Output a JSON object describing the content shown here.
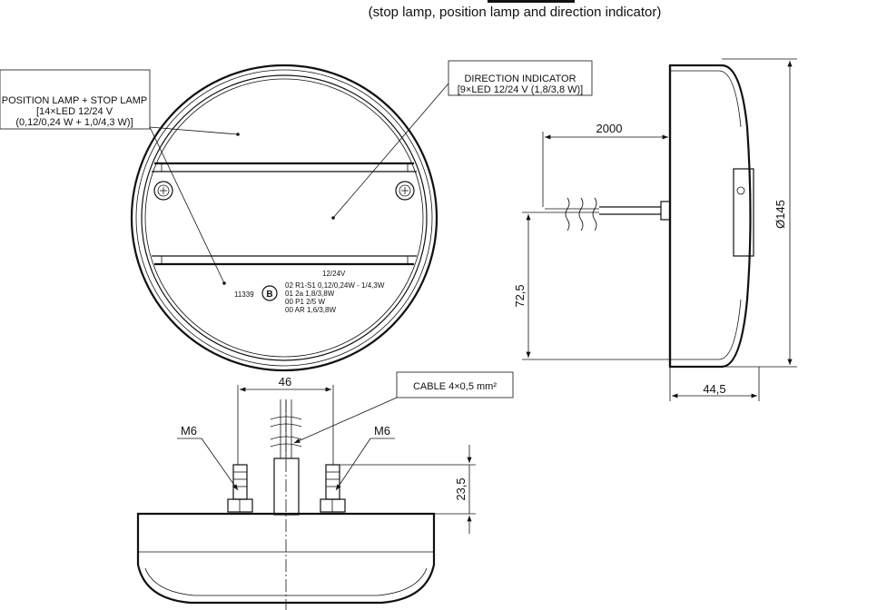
{
  "caption": {
    "subtitle": "(stop lamp, position lamp and direction indicator)"
  },
  "front_view": {
    "position_lamp_label": {
      "line1": "POSITION LAMP + STOP LAMP",
      "line2": "[14×LED 12/24 V",
      "line3": "(0,12/0,24 W + 1,0/4,3 W)]"
    },
    "direction_indicator_label": {
      "line1": "DIRECTION INDICATOR",
      "line2": "[9×LED 12/24 V (1,8/3,8 W)]"
    },
    "markings": {
      "voltage": "12/24V",
      "approval_number": "11339",
      "approval_mark": "B",
      "row1": "02 R1-S1 0,12/0,24W - 1/4,3W",
      "row2": "01 2a 1,8/3,8W",
      "row3": "00 P1 2/5 W",
      "row4": "00 AR 1,6/3,8W"
    }
  },
  "side_view": {
    "cable_length": "2000",
    "height_dim": "72,5",
    "diameter_dim": "Ø145",
    "depth_dim": "44,5"
  },
  "bottom_view": {
    "bolt_spacing": "46",
    "cable_label": "CABLE 4×0,5 mm²",
    "left_bolt": "M6",
    "right_bolt": "M6",
    "bolt_height": "23,5"
  }
}
